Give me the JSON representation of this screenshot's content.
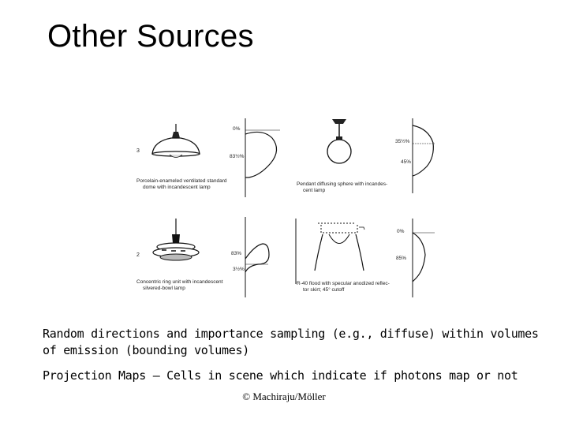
{
  "slide": {
    "title": "Other Sources",
    "bullet_1": "Random directions and importance sampling  (e.g., diffuse) within volumes of emission (bounding volumes)",
    "bullet_2": "Projection Maps – Cells in scene which indicate if photons map or not",
    "footer": "© Machiraju/Möller"
  },
  "figure": {
    "panel_1": {
      "number": "3",
      "caption_line1": "Porcelain-enameled ventilated standard",
      "caption_line2": "dome with incandescent lamp",
      "angle_top": "0%",
      "angle_bottom": "83½%"
    },
    "panel_2": {
      "caption_line1": "Pendant diffusing sphere with incandes-",
      "caption_line2": "cent lamp",
      "angle_top": "35½%",
      "angle_bottom": "45%"
    },
    "panel_3": {
      "number": "2",
      "caption_line1": "Concentric ring unit with incandescent",
      "caption_line2": "silvered-bowl lamp",
      "angle_top": "83%",
      "angle_bottom": "3½%"
    },
    "panel_4": {
      "caption_line1": "R-40 flood with specular anodized reflec-",
      "caption_line2": "tor skirt; 45° cutoff",
      "angle_top": "0%",
      "angle_bottom": "85%"
    }
  }
}
